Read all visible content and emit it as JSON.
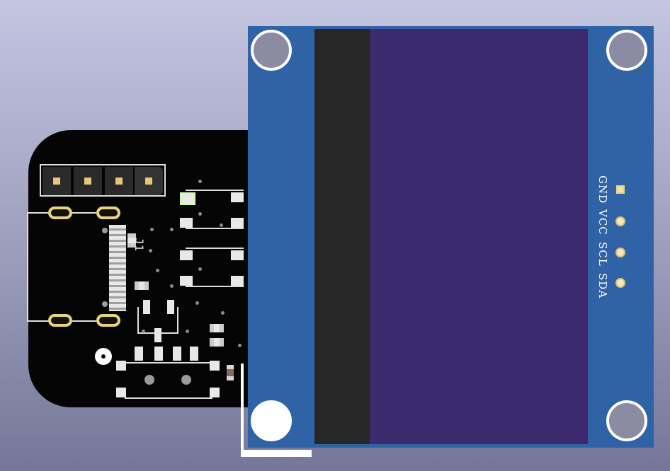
{
  "oled": {
    "pins": [
      {
        "label": "GND",
        "shape": "square"
      },
      {
        "label": "VCC",
        "shape": "round"
      },
      {
        "label": "SCL",
        "shape": "round"
      },
      {
        "label": "SDA",
        "shape": "round"
      }
    ]
  },
  "board": {
    "ref_label": "J1"
  },
  "colors": {
    "oled_pcb": "#2f63a5",
    "screen_active": "#3c2a6e",
    "screen_dark": "#272727",
    "board": "#050505",
    "pad": "#f3e2b0"
  }
}
